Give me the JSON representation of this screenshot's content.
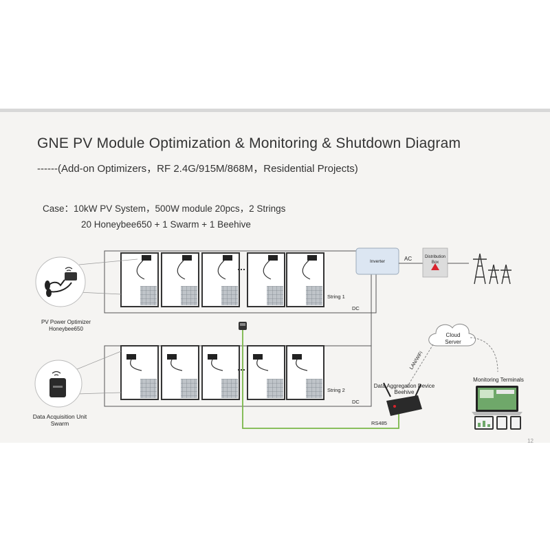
{
  "title": "GNE PV Module Optimization & Monitoring & Shutdown Diagram",
  "subtitle": "------(Add-on Optimizers，RF 2.4G/915M/868M，Residential Projects)",
  "case_line1": "Case：10kW PV System，500W module 20pcs，2 Strings",
  "case_line2": "20 Honeybee650 + 1 Swarm + 1 Beehive",
  "labels": {
    "optimizer": "PV Power Optimizer",
    "optimizer_model": "Honeybee650",
    "daq": "Data Acquisition Unit",
    "daq_model": "Swarm",
    "inverter": "Inverter",
    "ac": "AC",
    "dist_box_1": "Distribution",
    "dist_box_2": "Box",
    "string1": "String 1",
    "string2": "String 2",
    "dc1": "DC",
    "dc2": "DC",
    "cloud_1": "Cloud",
    "cloud_2": "Server",
    "lan_wifi": "LAN/WiFi",
    "aggregator": "Data Aggregation Device",
    "aggregator_model": "Beehive",
    "rs485": "RS485",
    "monitoring": "Monitoring Terminals"
  },
  "page_number": "12",
  "colors": {
    "wire": "#555555",
    "rs485_wire": "#7ab648",
    "warning": "#d9232d",
    "inverter_fill": "#dce6f2"
  }
}
